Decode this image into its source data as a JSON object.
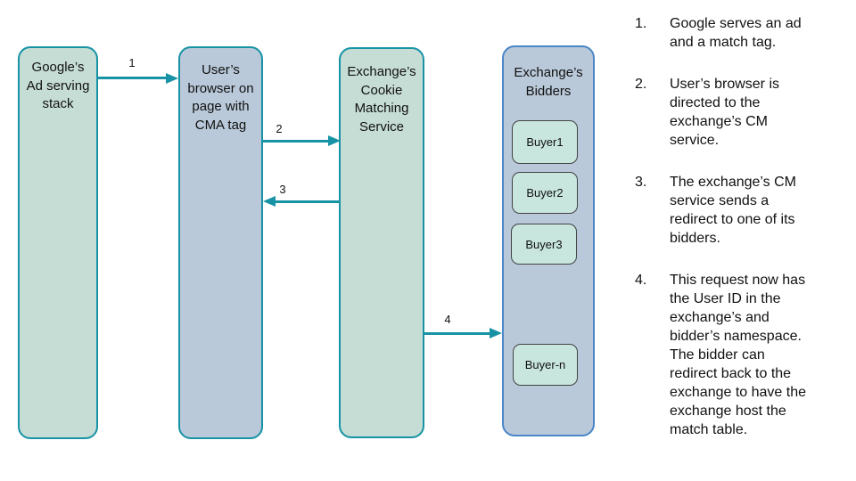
{
  "diagram": {
    "nodes": {
      "google": {
        "label": "Google’s\nAd serving\nstack"
      },
      "browser": {
        "label": "User’s\nbrowser on\npage with\nCMA tag"
      },
      "cm_service": {
        "label": "Exchange’s\nCookie\nMatching\nService"
      },
      "bidders": {
        "label": "Exchange’s\nBidders"
      }
    },
    "buyers": [
      {
        "label": "Buyer1"
      },
      {
        "label": "Buyer2"
      },
      {
        "label": "Buyer3"
      },
      {
        "label": "Buyer-n"
      }
    ],
    "arrows": [
      {
        "label": "1",
        "from": "google",
        "to": "browser"
      },
      {
        "label": "2",
        "from": "browser",
        "to": "cm_service"
      },
      {
        "label": "3",
        "from": "cm_service",
        "to": "browser"
      },
      {
        "label": "4",
        "from": "cm_service",
        "to": "bidders"
      }
    ]
  },
  "notes": {
    "items": [
      {
        "number": "1.",
        "text": "Google serves an ad\nand a match tag."
      },
      {
        "number": "2.",
        "text": "User’s browser is\ndirected to the\nexchange’s CM\nservice."
      },
      {
        "number": "3.",
        "text": "The exchange’s CM\nservice sends a\nredirect to one of its\nbidders."
      },
      {
        "number": "4.",
        "text": "This request now has\nthe User ID in the\nexchange’s and\nbidder’s namespace.\nThe bidder can\nredirect back to the\nexchange to have the\nexchange host the\nmatch table."
      }
    ]
  },
  "colors": {
    "teal_accent": "#1793a5",
    "green_node_fill": "#c6ddd5",
    "blue_node_fill": "#b9c9d9",
    "bidders_border": "#4a86c8",
    "buyer_fill": "#c8e5de",
    "buyer_border": "#434343",
    "text": "#111111",
    "background": "#ffffff"
  }
}
